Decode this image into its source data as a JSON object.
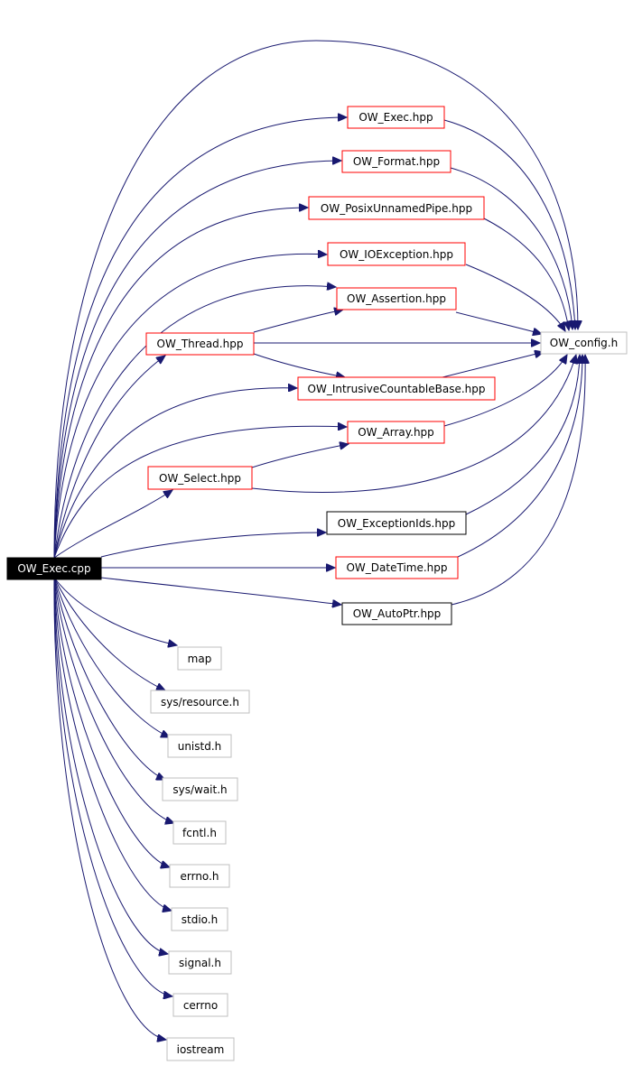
{
  "colors": {
    "edge": "#191970",
    "border_red": "#ff0000",
    "border_black": "#000000",
    "border_gray": "#bfbfbf",
    "root_fill": "#000000",
    "root_text": "#ffffff"
  },
  "nodes": {
    "root": "OW_Exec.cpp",
    "exec_hpp": "OW_Exec.hpp",
    "format_hpp": "OW_Format.hpp",
    "posix_pipe_hpp": "OW_PosixUnnamedPipe.hpp",
    "ioexception_hpp": "OW_IOException.hpp",
    "assertion_hpp": "OW_Assertion.hpp",
    "thread_hpp": "OW_Thread.hpp",
    "config_h": "OW_config.h",
    "intrusive_hpp": "OW_IntrusiveCountableBase.hpp",
    "array_hpp": "OW_Array.hpp",
    "select_hpp": "OW_Select.hpp",
    "exceptionids_hpp": "OW_ExceptionIds.hpp",
    "datetime_hpp": "OW_DateTime.hpp",
    "autoptr_hpp": "OW_AutoPtr.hpp",
    "map": "map",
    "sys_resource_h": "sys/resource.h",
    "unistd_h": "unistd.h",
    "sys_wait_h": "sys/wait.h",
    "fcntl_h": "fcntl.h",
    "errno_h": "errno.h",
    "stdio_h": "stdio.h",
    "signal_h": "signal.h",
    "cerrno": "cerrno",
    "iostream": "iostream"
  }
}
